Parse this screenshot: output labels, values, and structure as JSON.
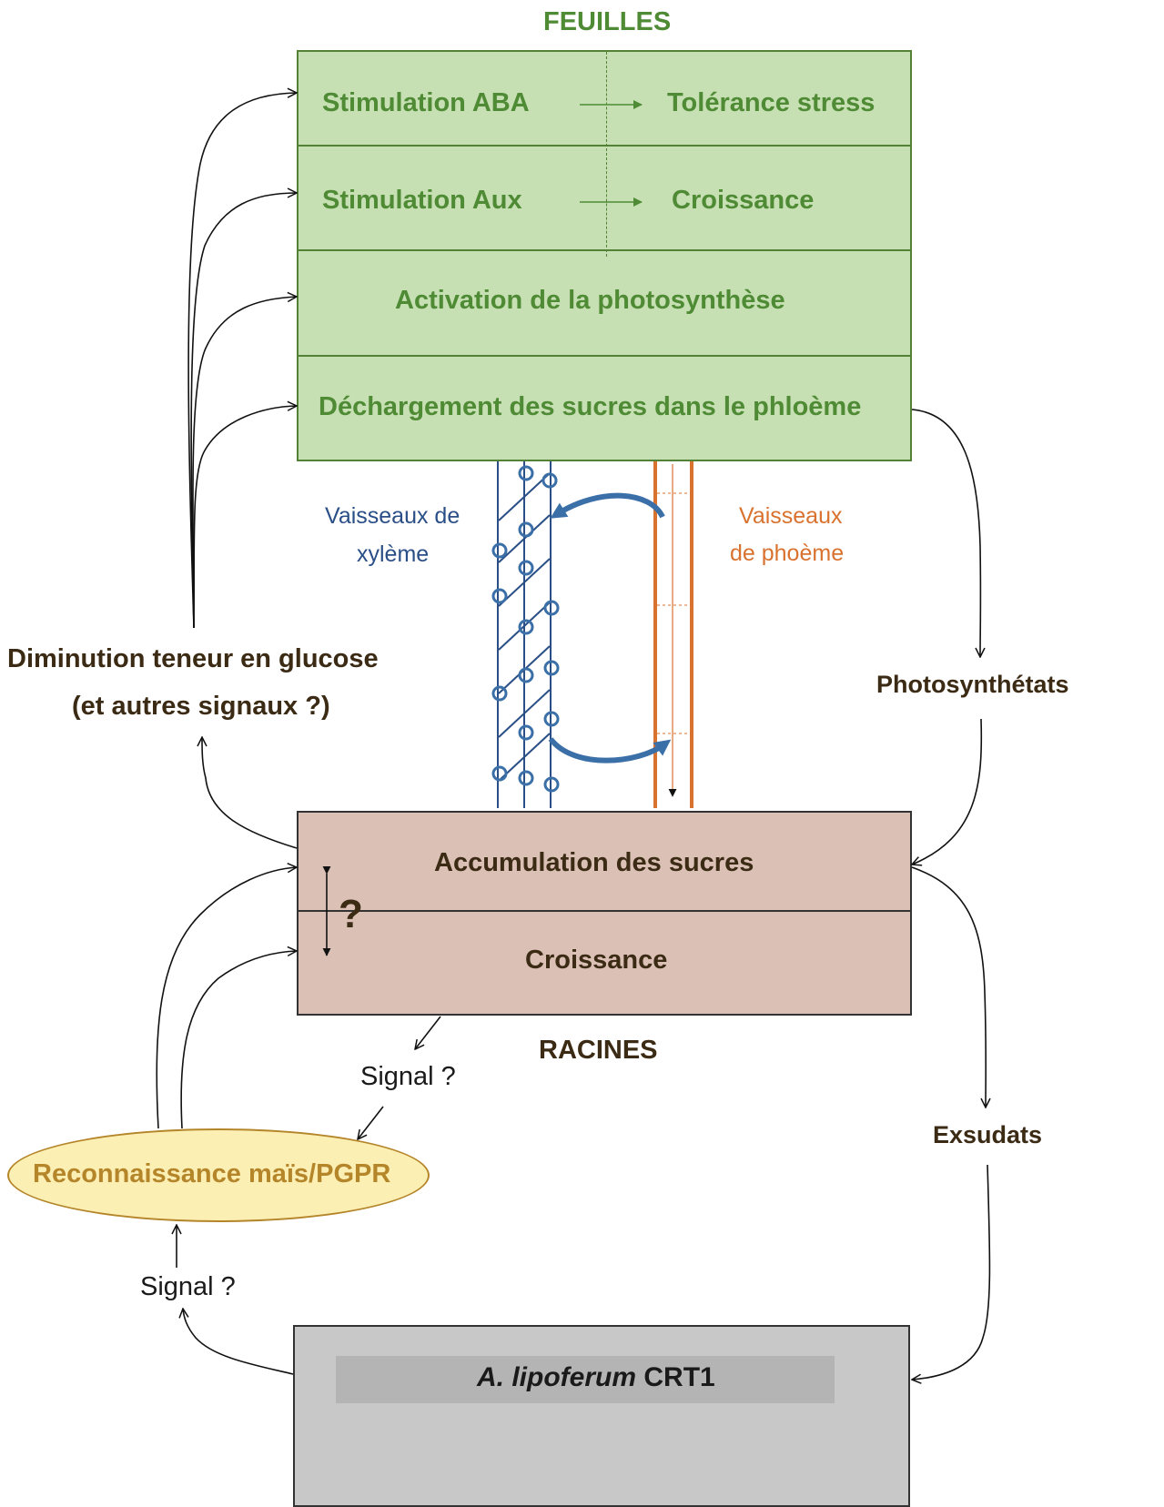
{
  "leaves_title": "FEUILLES",
  "leaves": {
    "row1_left": "Stimulation ABA",
    "row1_right": "Tolérance stress",
    "row2_left": "Stimulation Aux",
    "row2_right": "Croissance",
    "row3": "Activation de la photosynthèse",
    "row4": "Déchargement des sucres dans le phloème"
  },
  "vessels": {
    "xylem_line1": "Vaisseaux de",
    "xylem_line2": "xylème",
    "phloem_line1": "Vaisseaux",
    "phloem_line2": "de phoème"
  },
  "left_signal": {
    "line1": "Diminution teneur en glucose",
    "line2": "(et autres signaux ?)"
  },
  "photosynthates": "Photosynthétats",
  "roots": {
    "row1": "Accumulation des sucres",
    "row2": "Croissance",
    "question": "?",
    "title": "RACINES"
  },
  "signal_root": "Signal ?",
  "recognition": "Reconnaissance maïs/PGPR",
  "signal_bottom": "Signal ?",
  "exudates": "Exsudats",
  "bacteria": {
    "genus": "A.  lipoferum",
    "strain": "CRT1"
  },
  "colors": {
    "leaf_fill": "#c6e0b4",
    "leaf_border": "#538135",
    "leaf_text": "#4f8a34",
    "root_fill": "#dbc0b6",
    "root_border": "#333333",
    "bacteria_fill": "#c8c8c8",
    "bacteria_inner": "#b4b4b4",
    "recognition_fill": "#fcefb4",
    "recognition_text": "#b5852a",
    "xylem": "#2a4f87",
    "phloem": "#d9722f"
  }
}
